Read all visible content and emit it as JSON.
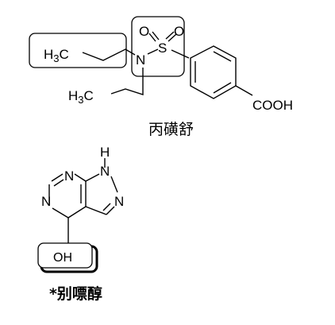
{
  "molecules": {
    "probenecid": {
      "name": "丙磺舒",
      "atoms": {
        "h3c_top": "H3C",
        "h3c_bottom": "H3C",
        "nitrogen": "N",
        "oxygen_1": "O",
        "oxygen_2": "O",
        "sulfur": "S",
        "carboxyl": "COOH"
      }
    },
    "allopurinol": {
      "name": "*别嘌醇",
      "atoms": {
        "nh_h": "H",
        "nh_n": "N",
        "n_pyrazole": "N",
        "n_top": "N",
        "n_left": "N",
        "hydroxyl": "OH"
      }
    }
  }
}
